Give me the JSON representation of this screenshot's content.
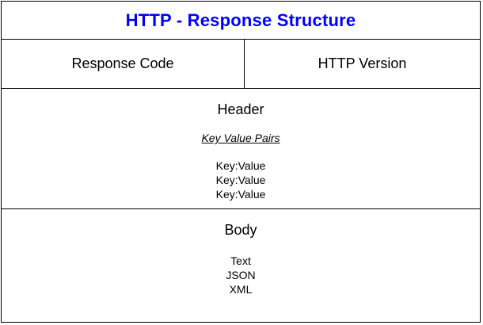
{
  "title": "HTTP - Response Structure",
  "colors": {
    "title": "#0000ff",
    "border": "#000000",
    "text": "#000000"
  },
  "status_line": {
    "response_code": "Response Code",
    "http_version": "HTTP Version"
  },
  "header": {
    "heading": "Header",
    "subheading": "Key Value Pairs",
    "items": [
      "Key:Value",
      "Key:Value",
      "Key:Value"
    ]
  },
  "body": {
    "heading": "Body",
    "items": [
      "Text",
      "JSON",
      "XML"
    ]
  }
}
